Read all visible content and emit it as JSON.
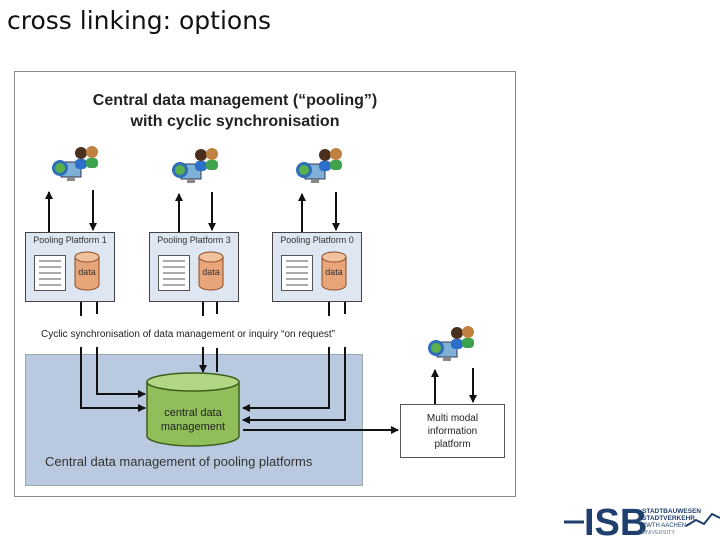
{
  "page": {
    "title": "cross linking: options"
  },
  "diagram": {
    "title_line1": "Central data management (“pooling”)",
    "title_line2": "with cyclic synchronisation",
    "platforms": [
      {
        "label": "Pooling Platform 1",
        "db_label": "data"
      },
      {
        "label": "Pooling Platform 3",
        "db_label": "data"
      },
      {
        "label": "Pooling Platform 0",
        "db_label": "data"
      }
    ],
    "sync_label": "Cyclic synchronisation of data management or inquiry “on request”",
    "central_db_line1": "central data",
    "central_db_line2": "management",
    "central_zone_label": "Central data management of pooling platforms",
    "multimodal_line1": "Multi modal",
    "multimodal_line2": "information",
    "multimodal_line3": "platform"
  },
  "logo": {
    "text": "ISB",
    "side_line1": "STADTBAUWESEN",
    "side_line2": "STADTVERKEHR",
    "side_line3": "RWTH AACHEN",
    "side_line4": "UNIVERSITY"
  },
  "colors": {
    "central_zone": "#b9c9df",
    "platform_fill": "#dde6f1",
    "db_fill": "#e8a57a",
    "central_db_fill": "#8fbe5a",
    "logo_blue": "#1f3f6e"
  }
}
